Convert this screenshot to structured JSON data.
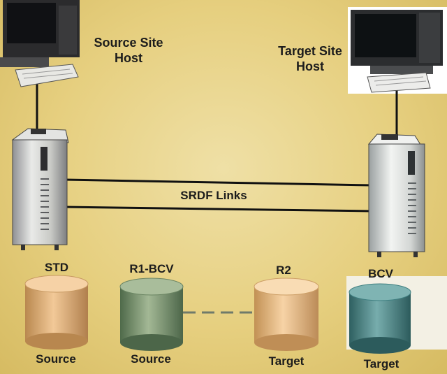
{
  "source_host": {
    "line1": "Source Site",
    "line2": "Host"
  },
  "target_host": {
    "line1": "Target Site",
    "line2": "Host"
  },
  "link_label": "SRDF Links",
  "volumes": [
    {
      "top_label": "STD",
      "bottom_label": "Source",
      "color": "#d8a870"
    },
    {
      "top_label": "R1-BCV",
      "bottom_label": "Source",
      "color": "#6f8a66"
    },
    {
      "top_label": "R2",
      "bottom_label": "Target",
      "color": "#dfb27a"
    },
    {
      "top_label": "BCV",
      "bottom_label": "Target",
      "color": "#3f7f80"
    }
  ],
  "colors": {
    "background": "#e6cf7f",
    "line": "#111111"
  }
}
